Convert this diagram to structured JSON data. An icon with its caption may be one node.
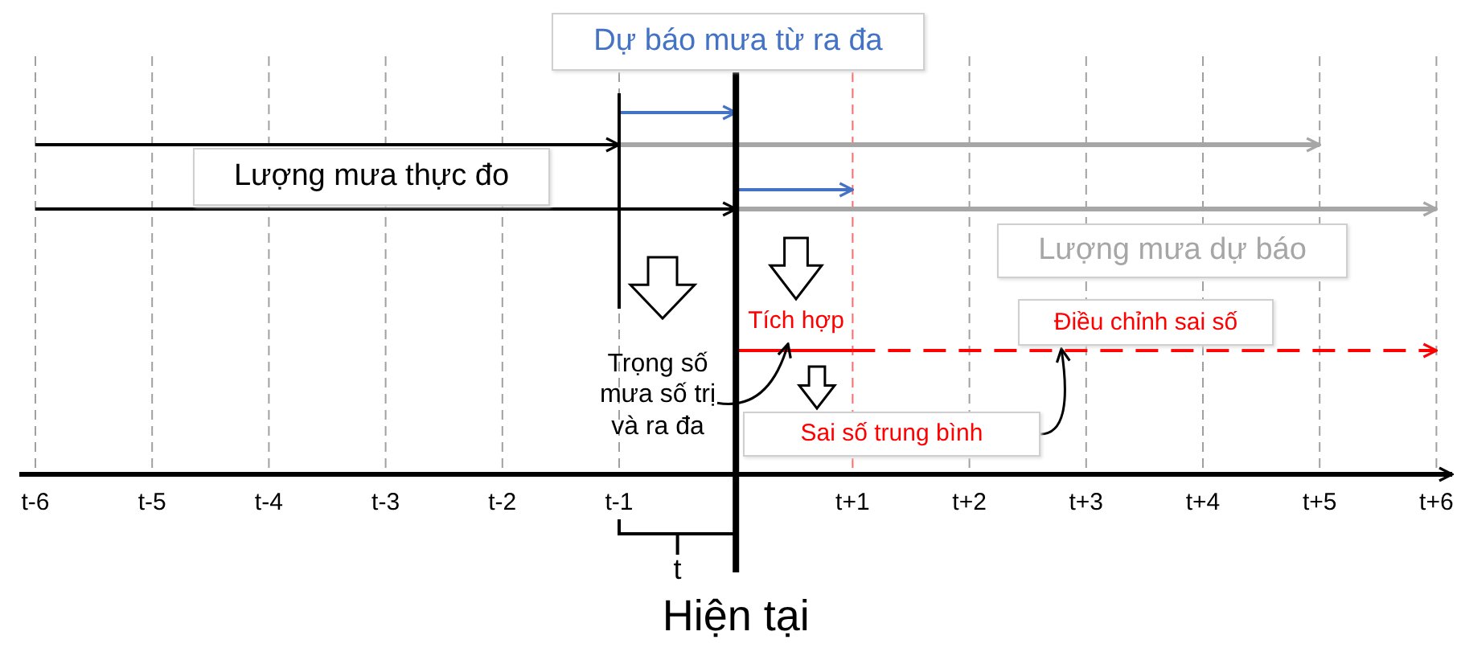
{
  "diagram": {
    "nodes": [
      {
        "text": [
          "Dự báo mưa từ ra đa"
        ]
      },
      {
        "text": [
          "Lượng mưa thực đo"
        ]
      },
      {
        "text": [
          "Lượng mưa dự báo"
        ]
      },
      {
        "text": [
          "Tích hợp"
        ]
      },
      {
        "text": [
          "Trọng số mưa số trị và ra đa"
        ]
      },
      {
        "text": [
          "Điều chỉnh sai số"
        ]
      },
      {
        "text": [
          "Sai số trung bình"
        ]
      }
    ],
    "edges": [
      {
        "from": 4,
        "to": 3,
        "arrow": "to"
      },
      {
        "from": 6,
        "to": 5,
        "arrow": "to"
      },
      {
        "from": null,
        "to": 4,
        "arrow": "to"
      },
      {
        "from": null,
        "to": 3,
        "arrow": "to"
      },
      {
        "from": 3,
        "to": 6,
        "arrow": "to"
      }
    ],
    "labels": [
      "t-6",
      "t-5",
      "t-4",
      "t-3",
      "t-2",
      "t-1",
      "t+1",
      "t+2",
      "t+3",
      "t+4",
      "t+5",
      "t+6",
      "t",
      "Hiện tại"
    ]
  }
}
